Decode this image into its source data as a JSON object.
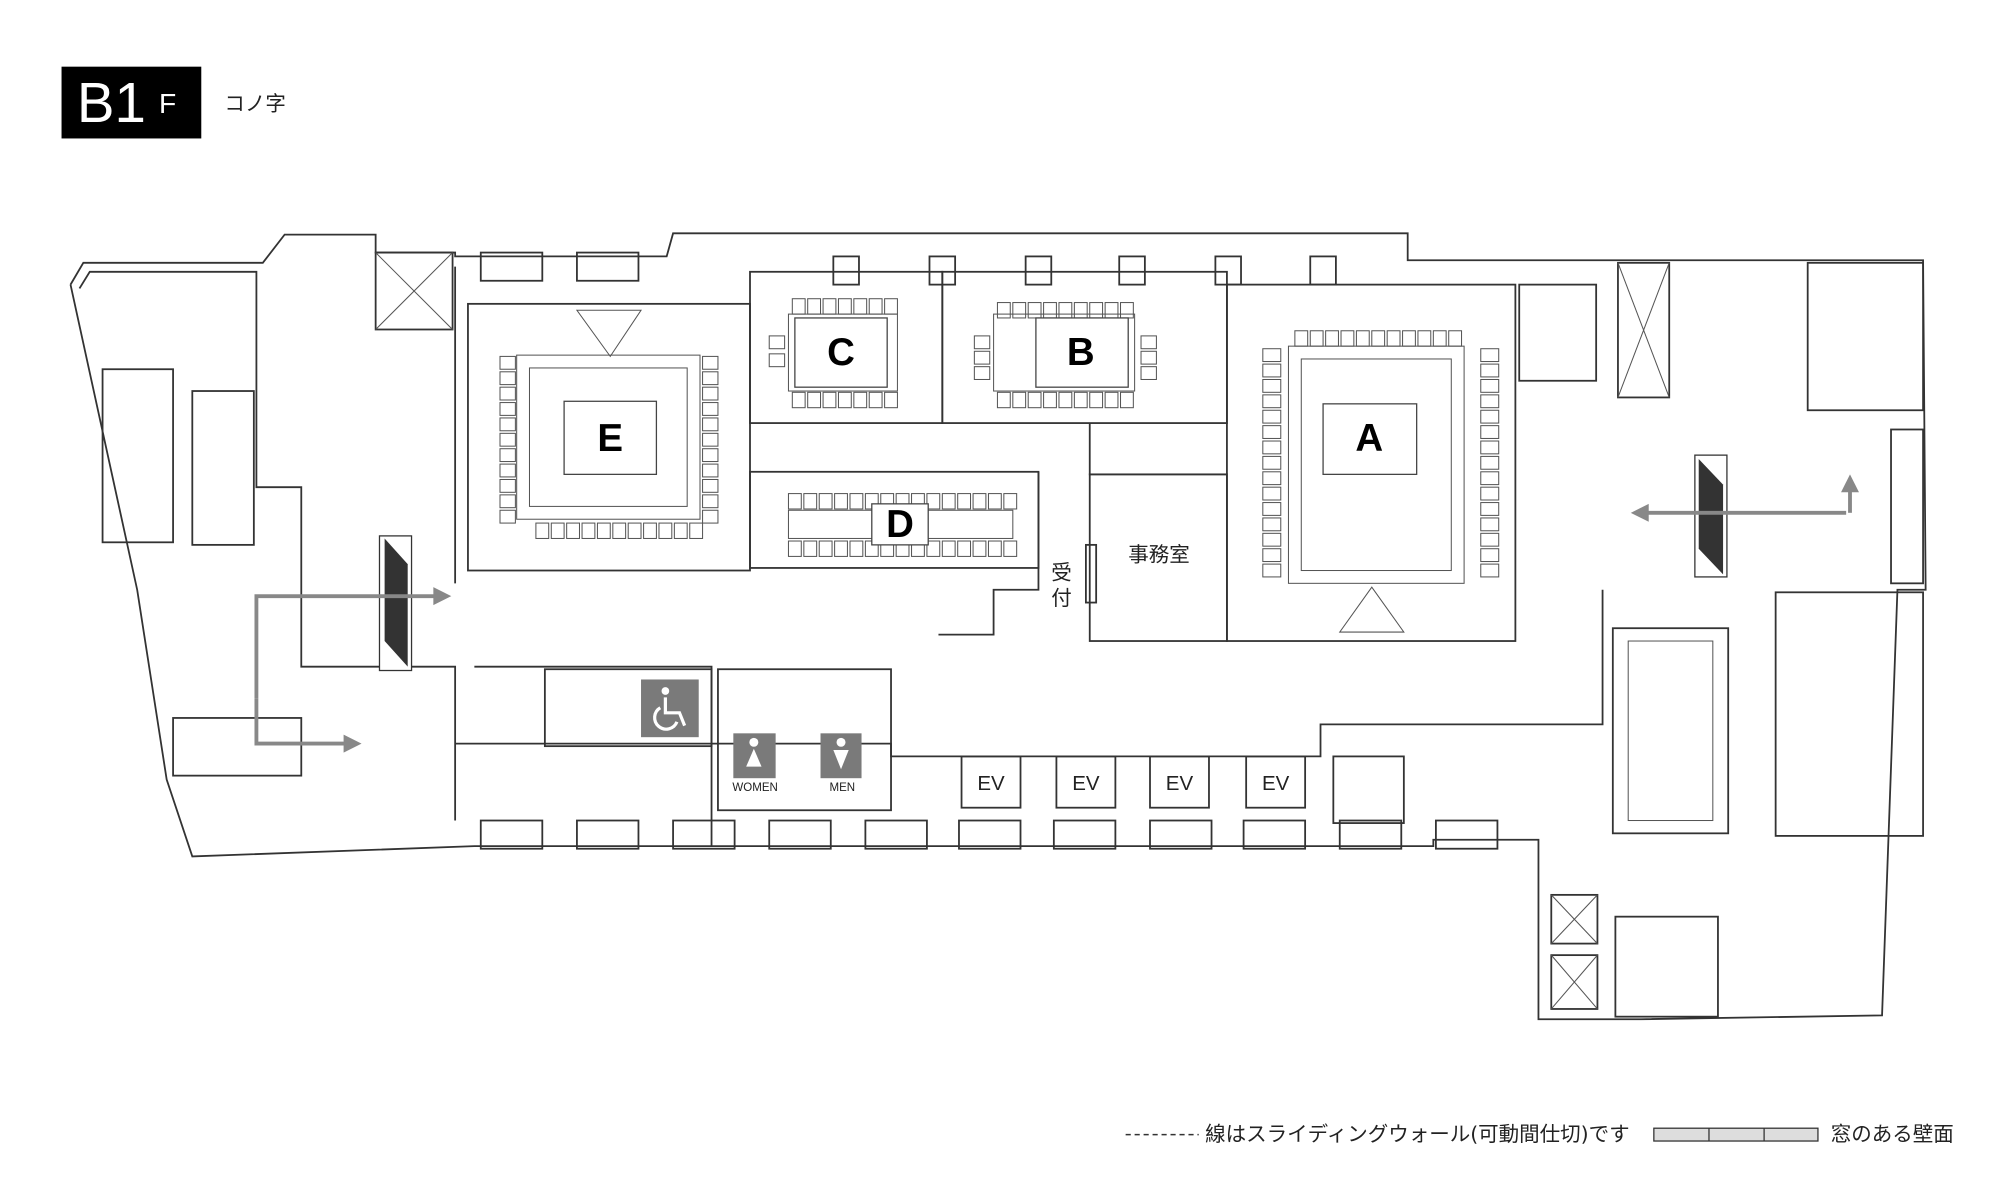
{
  "header": {
    "floor_main": "B1",
    "floor_suffix": "F",
    "layout_name": "コノ字"
  },
  "rooms": {
    "A": "A",
    "B": "B",
    "C": "C",
    "D": "D",
    "E": "E",
    "office": "事務室",
    "reception": [
      "受",
      "付"
    ]
  },
  "elevators": [
    "EV",
    "EV",
    "EV",
    "EV"
  ],
  "restrooms": {
    "women": "WOMEN",
    "men": "MEN"
  },
  "legend": {
    "sliding_wall": "線はスライディングウォール(可動間仕切)です",
    "window_wall": "窓のある壁面"
  },
  "colors": {
    "arrow": "#888888",
    "icon_bg": "#7a7a7a",
    "window_fill": "#dddddd",
    "label_block": "#000000"
  }
}
